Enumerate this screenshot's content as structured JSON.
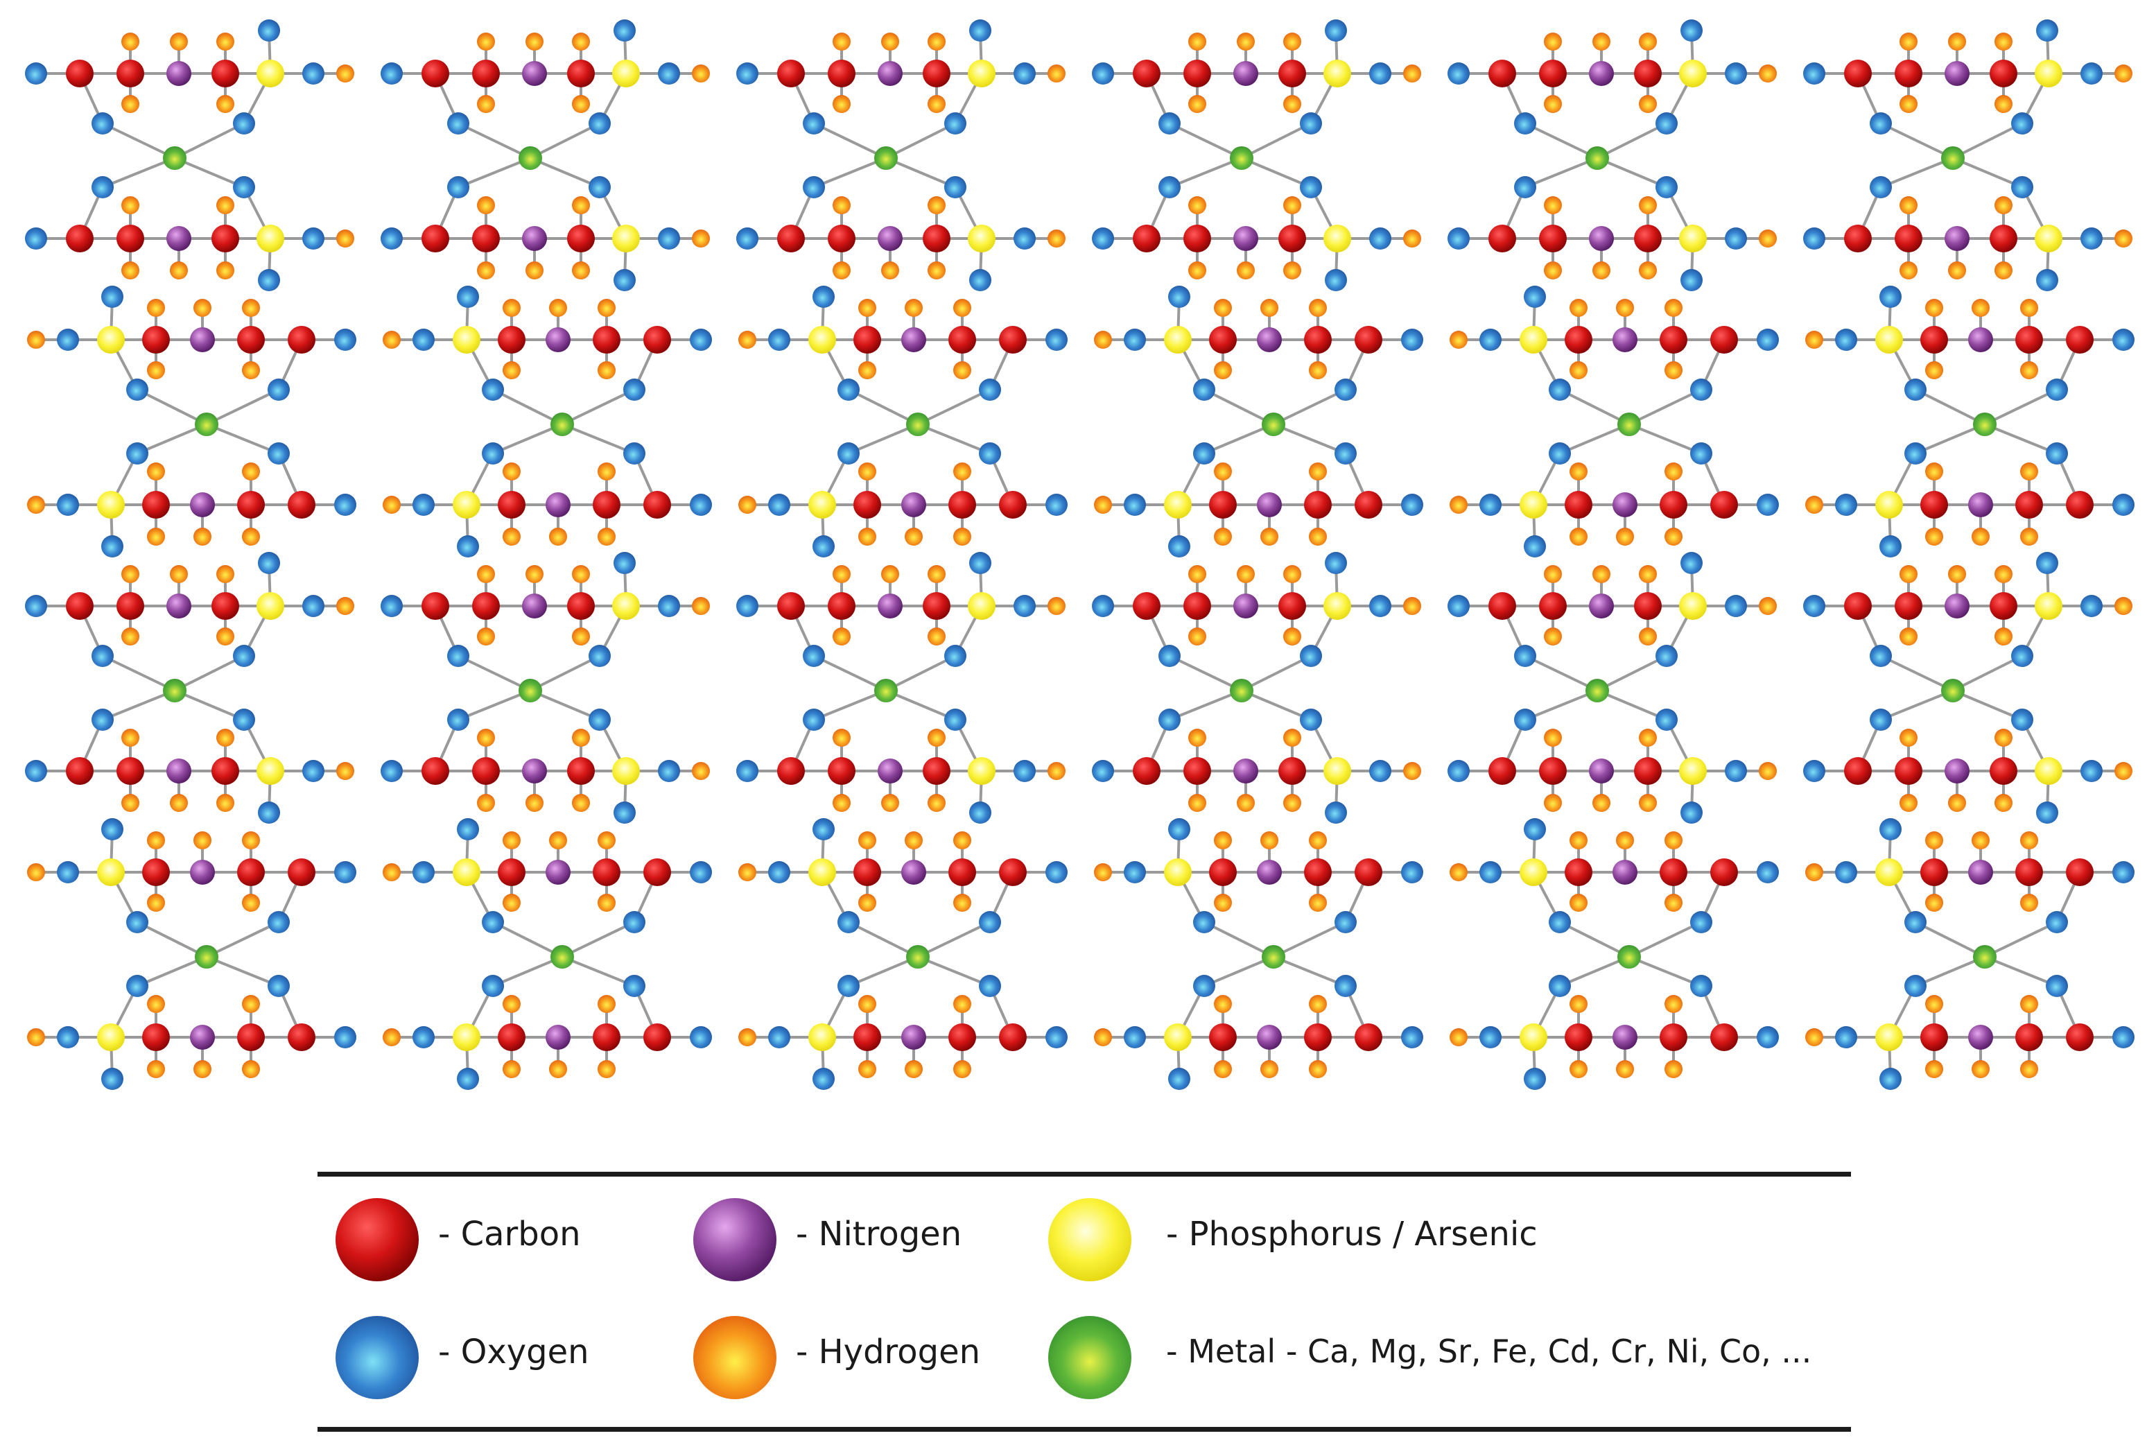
{
  "legend": {
    "items": [
      {
        "id": "carbon",
        "label": "- Carbon",
        "color": "#cc1010",
        "icon": "red-sphere-icon"
      },
      {
        "id": "nitrogen",
        "label": "- Nitrogen",
        "color": "#8a3d9a",
        "icon": "purple-sphere-icon"
      },
      {
        "id": "phosphorus",
        "label": "- Phosphorus / Arsenic",
        "color": "#f2ea1e",
        "icon": "yellow-sphere-icon"
      },
      {
        "id": "oxygen",
        "label": "- Oxygen",
        "color": "#2f6fbf",
        "icon": "blue-sphere-icon"
      },
      {
        "id": "hydrogen",
        "label": "- Hydrogen",
        "color": "#f08a1c",
        "icon": "orange-sphere-icon"
      },
      {
        "id": "metal",
        "label": "- Metal - Ca, Mg, Sr, Fe, Cd, Cr, Ni, Co, ...",
        "color": "#3fa535",
        "icon": "green-sphere-icon"
      }
    ]
  },
  "lattice": {
    "columns": 6,
    "unit_rows": 4,
    "bond_color": "#9a9a9a"
  }
}
